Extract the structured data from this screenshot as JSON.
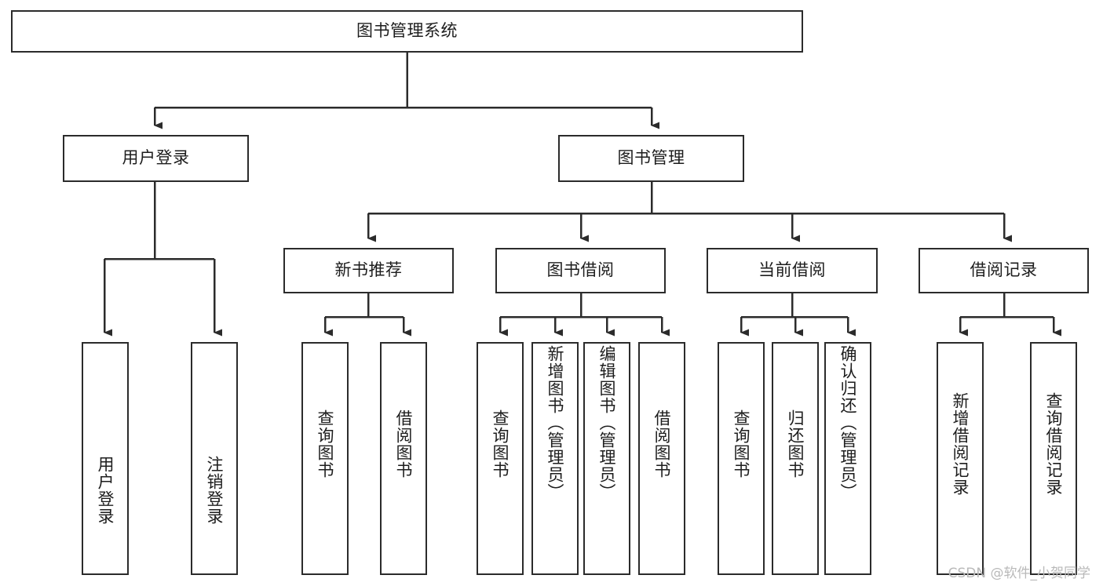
{
  "diagram": {
    "type": "tree-hierarchy",
    "title": "图书管理系统",
    "orientation": "top-down",
    "root": {
      "label": "图书管理系统",
      "children": [
        {
          "label": "用户登录",
          "children": [
            {
              "label": "用户登录"
            },
            {
              "label": "注销登录"
            }
          ]
        },
        {
          "label": "图书管理",
          "children": [
            {
              "label": "新书推荐",
              "children": [
                {
                  "label": "查询图书"
                },
                {
                  "label": "借阅图书"
                }
              ]
            },
            {
              "label": "图书借阅",
              "children": [
                {
                  "label": "查询图书"
                },
                {
                  "label": "新增图书（管理员）"
                },
                {
                  "label": "编辑图书（管理员）"
                },
                {
                  "label": "借阅图书"
                }
              ]
            },
            {
              "label": "当前借阅",
              "children": [
                {
                  "label": "查询图书"
                },
                {
                  "label": "归还图书"
                },
                {
                  "label": "确认归还（管理员）"
                }
              ]
            },
            {
              "label": "借阅记录",
              "children": [
                {
                  "label": "新增借阅记录"
                },
                {
                  "label": "查询借阅记录"
                }
              ]
            }
          ]
        }
      ]
    }
  },
  "nodes": {
    "root": "图书管理系统",
    "l2": {
      "user_login": "用户登录",
      "book_manage": "图书管理"
    },
    "l3": {
      "new_book_rec": "新书推荐",
      "book_borrow": "图书借阅",
      "current_borrow": "当前借阅",
      "borrow_record": "借阅记录"
    },
    "leaves": {
      "user_login_1": "用户登录",
      "user_login_2": "注销登录",
      "rec_1": "查询图书",
      "rec_2": "借阅图书",
      "borrow_1": "查询图书",
      "borrow_2": "新增图书（管理员）",
      "borrow_3": "编辑图书（管理员）",
      "borrow_4": "借阅图书",
      "cur_1": "查询图书",
      "cur_2": "归还图书",
      "cur_3": "确认归还（管理员）",
      "rec_log_1": "新增借阅记录",
      "rec_log_2": "查询借阅记录"
    }
  },
  "watermark": {
    "text": "CSDN @软件_小贺同学"
  },
  "colors": {
    "stroke": "#2b2b2b",
    "fill": "#ffffff",
    "text": "#1d1d1d",
    "watermark": "#b9b9b9",
    "background": "#ffffff"
  }
}
